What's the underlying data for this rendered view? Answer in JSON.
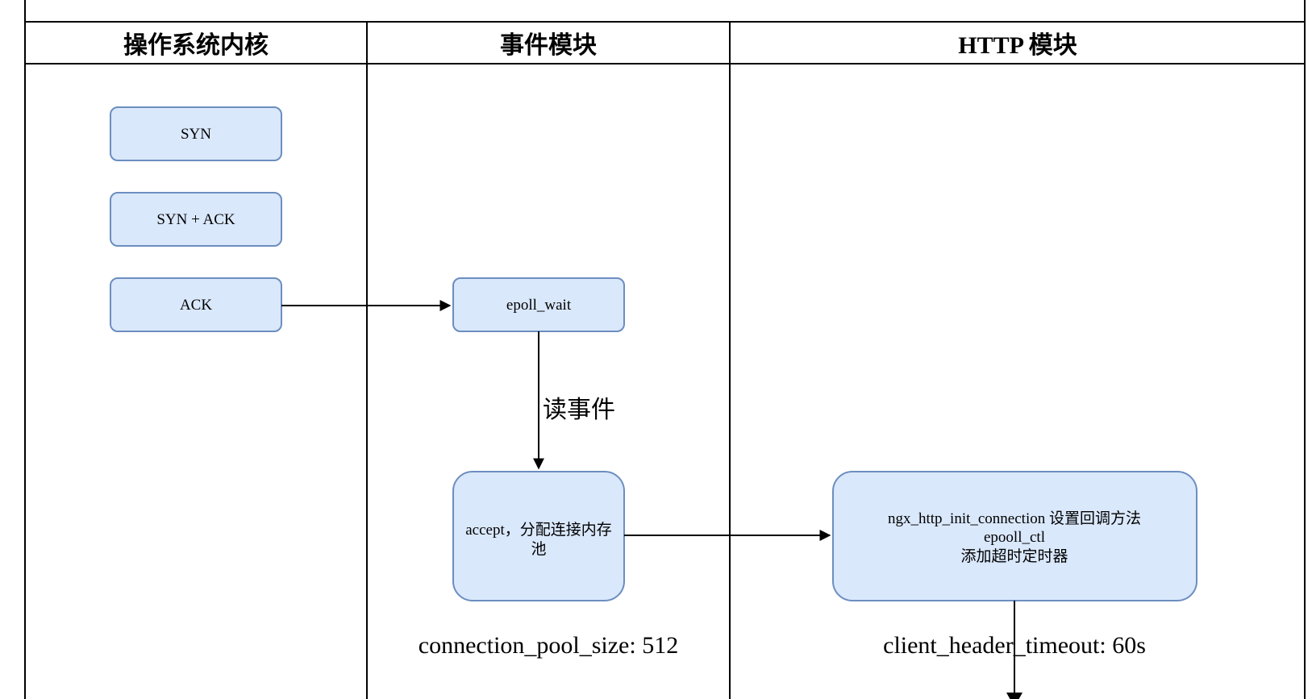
{
  "lanes": [
    {
      "id": "kernel",
      "title": "操作系统内核"
    },
    {
      "id": "event",
      "title": "事件模块"
    },
    {
      "id": "http",
      "title": "HTTP 模块"
    }
  ],
  "nodes": {
    "syn": {
      "label": "SYN"
    },
    "syn_ack": {
      "label": "SYN + ACK"
    },
    "ack": {
      "label": "ACK"
    },
    "epoll_wait": {
      "label": "epoll_wait"
    },
    "accept": {
      "lines": [
        "accept，分配连接内存",
        "池"
      ]
    },
    "init_conn": {
      "lines": [
        "ngx_http_init_connection 设置回调方法",
        "epooll_ctl",
        "添加超时定时器"
      ]
    }
  },
  "edges": [
    {
      "from": "ack",
      "to": "epoll_wait",
      "label": ""
    },
    {
      "from": "epoll_wait",
      "to": "accept",
      "label": "读事件"
    },
    {
      "from": "accept",
      "to": "init_conn",
      "label": ""
    },
    {
      "from": "init_conn",
      "to": "offscreen",
      "label": ""
    }
  ],
  "annotations": {
    "pool_size": "connection_pool_size: 512",
    "header_timeout": "client_header_timeout: 60s"
  },
  "colors": {
    "node_fill": "#dae8fc",
    "node_stroke": "#6c8ebf",
    "line": "#000000"
  }
}
